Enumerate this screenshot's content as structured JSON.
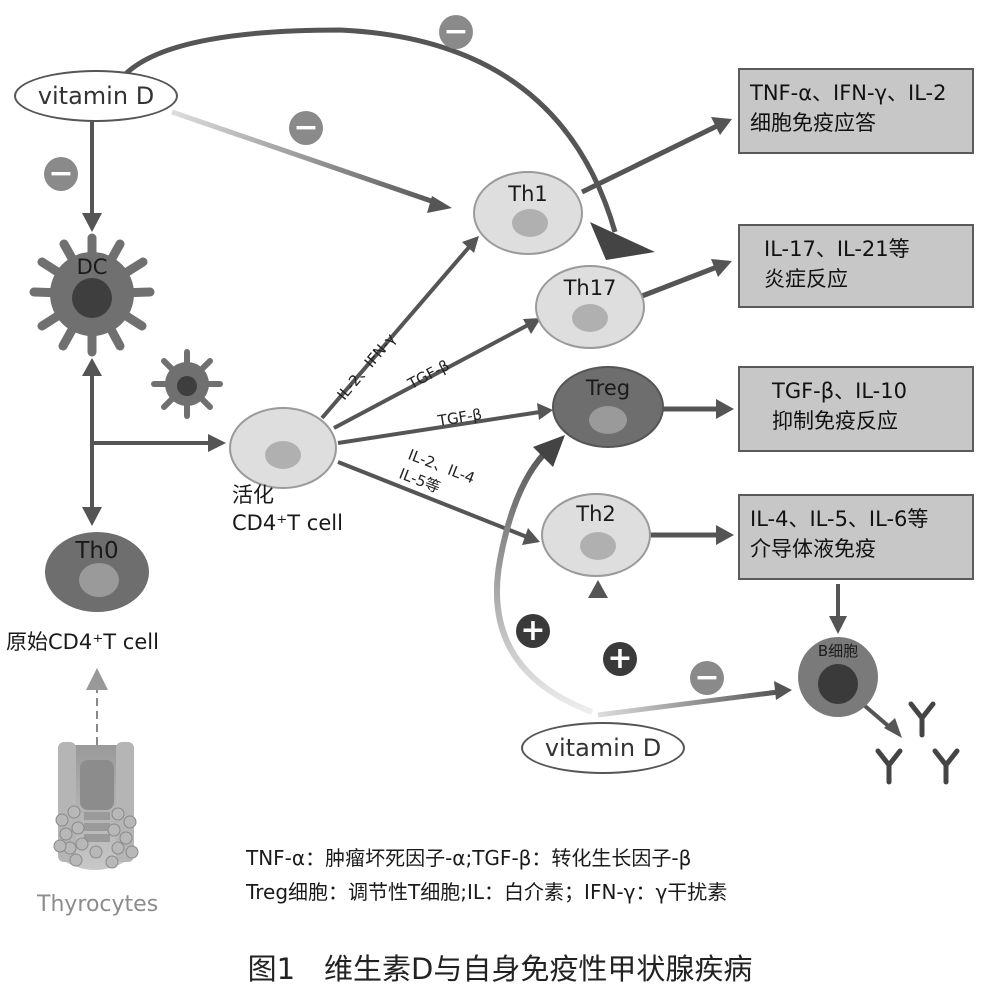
{
  "figure": {
    "caption": "图1　维生素D与自身免疫性甲状腺疾病"
  },
  "nodes": {
    "vitamin_d_top": "vitamin D",
    "vitamin_d_bottom": "vitamin D",
    "dc": "DC",
    "th0": "Th0",
    "naive_label": "原始CD4⁺T cell",
    "thyrocytes": "Thyrocytes",
    "activated_line1": "活化",
    "activated_line2": "CD4⁺T cell",
    "th1": "Th1",
    "th17": "Th17",
    "treg": "Treg",
    "th2": "Th2",
    "b_cell": "B细胞"
  },
  "arrow_labels": {
    "th1": "IL-2、IFN-γ",
    "th17": "TGF-β",
    "treg": "TGF-β",
    "th2_line1": "IL-2、IL-4",
    "th2_line2": "IL-5等"
  },
  "signs": {
    "minus": "−",
    "plus": "+"
  },
  "outcome_boxes": {
    "th1": [
      "TNF-α、IFN-γ、IL-2",
      "细胞免疫应答"
    ],
    "th17": [
      "IL-17、IL-21等",
      "炎症反应"
    ],
    "treg": [
      "TGF-β、IL-10",
      "抑制免疫反应"
    ],
    "th2": [
      "IL-4、IL-5、IL-6等",
      "介导体液免疫"
    ]
  },
  "legend": {
    "line1": "TNF-α：肿瘤坏死因子-α;TGF-β：转化生长因子-β",
    "line2": "Treg细胞：调节性T细胞;IL：白介素；IFN-γ：γ干扰素"
  },
  "colors": {
    "arrow": "#555555",
    "box_fill": "#c7c7c7",
    "cell_light": "#dedede",
    "cell_dark": "#6e6e6e",
    "minus_sign": "#8a8a8a",
    "plus_sign": "#3a3a3a"
  }
}
